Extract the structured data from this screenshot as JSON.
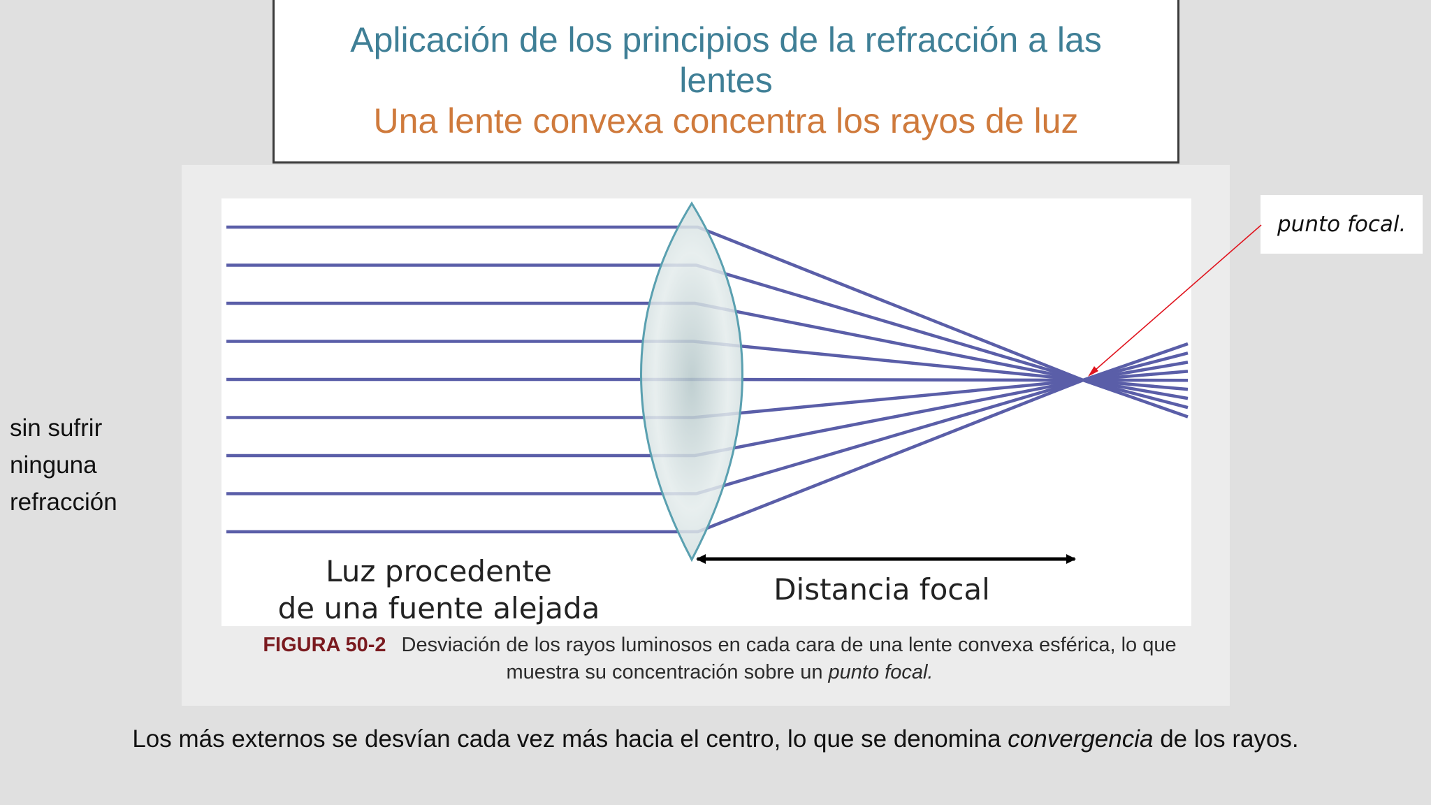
{
  "title": {
    "line1": "Aplicación de los principios de la refracción a las lentes",
    "line2": "Una lente convexa concentra los rayos de luz"
  },
  "figure": {
    "label_source": [
      "Luz procedente",
      "de una fuente alejada"
    ],
    "label_focal_distance": "Distancia focal",
    "caption_label": "FIGURA 50-2",
    "caption_text": "Desviación de los rayos luminosos en cada cara de una lente convexa esférica, lo que muestra su concentración sobre un ",
    "caption_italic": "punto focal.",
    "ray_count": 9,
    "colors": {
      "ray": "#5a5ea8",
      "lens_edge": "#5aa0b0",
      "lens_fill": "#c8d6d8",
      "arrow": "#000000"
    }
  },
  "annotation": {
    "focal_point_label": "punto focal.",
    "pointer_color": "#e0141e"
  },
  "side_note": [
    "sin sufrir",
    "ninguna",
    "refracción"
  ],
  "bottom": {
    "text_before": "Los más externos se desvían cada vez más hacia el centro, lo que se denomina ",
    "text_italic": "convergencia",
    "text_after": " de los rayos."
  }
}
